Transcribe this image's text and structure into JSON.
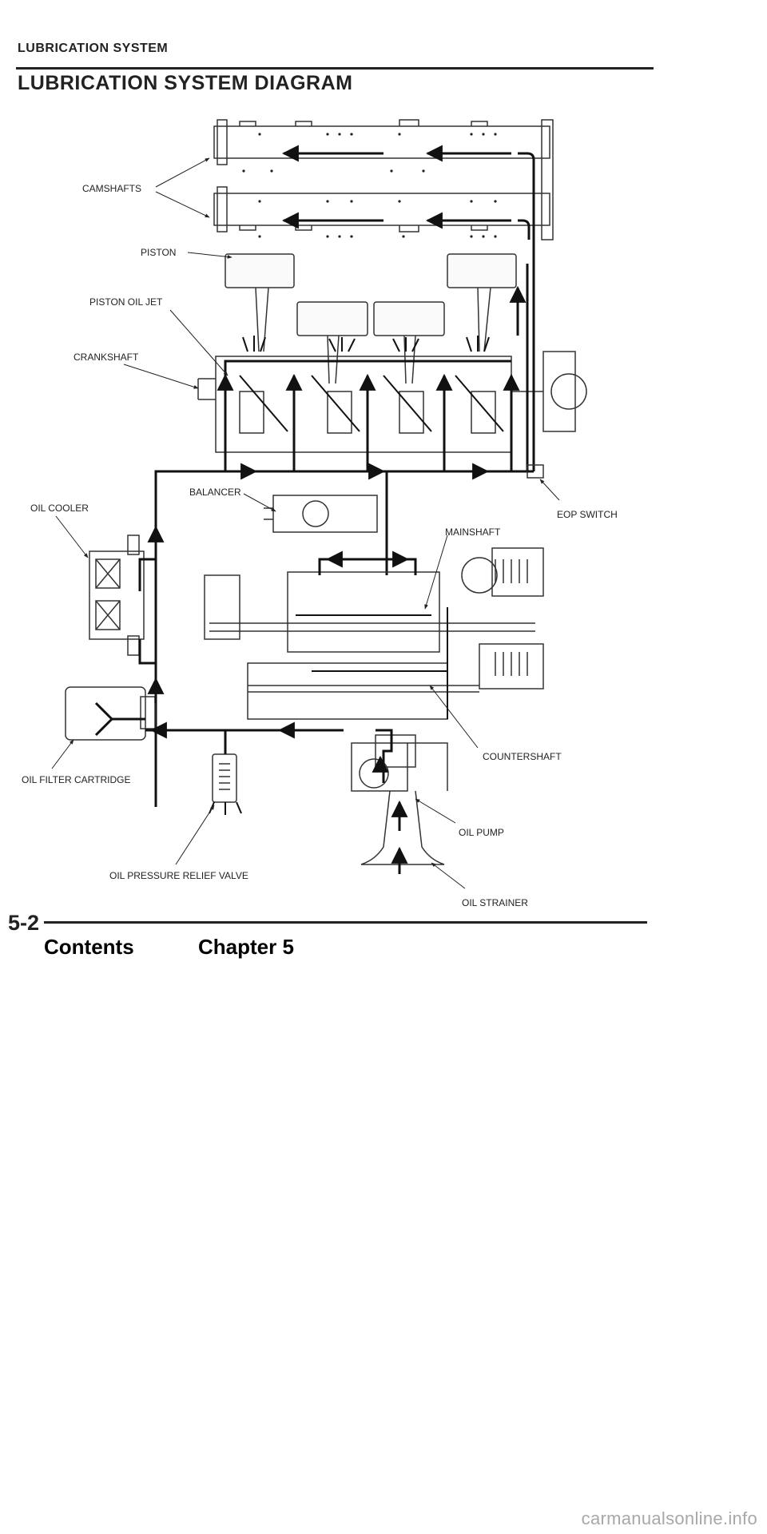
{
  "header": {
    "section": "LUBRICATION SYSTEM",
    "title": "LUBRICATION SYSTEM DIAGRAM"
  },
  "diagram_labels": {
    "camshafts": "CAMSHAFTS",
    "piston": "PISTON",
    "piston_oil_jet": "PISTON OIL JET",
    "crankshaft": "CRANKSHAFT",
    "balancer": "BALANCER",
    "oil_cooler": "OIL COOLER",
    "eop_switch": "EOP SWITCH",
    "mainshaft": "MAINSHAFT",
    "countershaft": "COUNTERSHAFT",
    "oil_filter_cartridge": "OIL FILTER CARTRIDGE",
    "oil_pump": "OIL PUMP",
    "oil_pressure_relief_valve": "OIL PRESSURE RELIEF VALVE",
    "oil_strainer": "OIL STRAINER"
  },
  "footer": {
    "page_number": "5-2",
    "contents_link": "Contents",
    "chapter_link": "Chapter 5"
  },
  "watermark": "carmanualsonline.info",
  "colors": {
    "ink": "#222222",
    "link": "#000000",
    "watermark": "#a8a8a8"
  }
}
